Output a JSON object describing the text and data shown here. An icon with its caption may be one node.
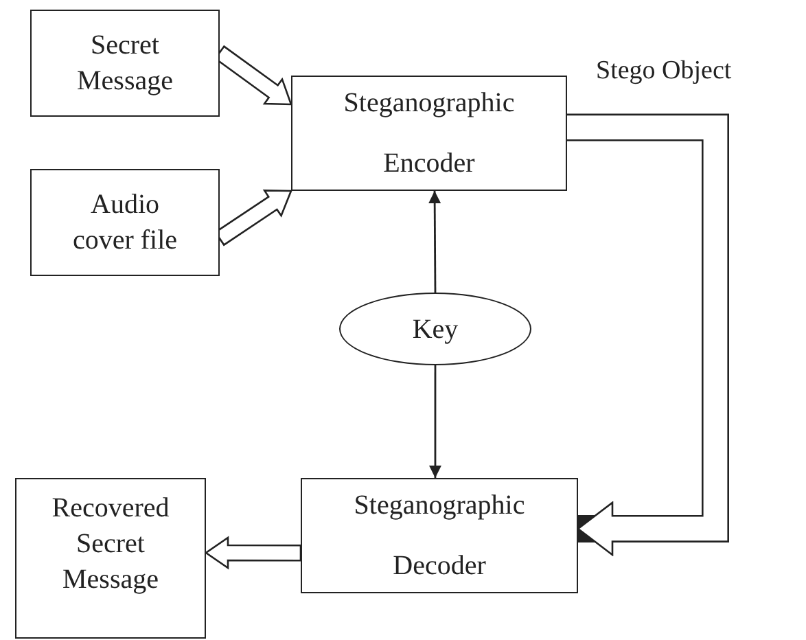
{
  "diagram": {
    "nodes": [
      {
        "text": [
          "Secret Message"
        ]
      },
      {
        "text": [
          "Audio cover file"
        ]
      },
      {
        "text": [
          "Steganographic Encoder"
        ]
      },
      {
        "text": [
          "Key"
        ]
      },
      {
        "text": [
          "Steganographic Decoder"
        ]
      },
      {
        "text": [
          "Recovered Secret Message"
        ]
      }
    ],
    "edges": [
      {
        "from": 0,
        "to": 2,
        "arrow": "to",
        "style": "thick"
      },
      {
        "from": 1,
        "to": 2,
        "arrow": "to",
        "style": "thick"
      },
      {
        "from": 3,
        "to": 2,
        "arrow": "to"
      },
      {
        "from": 3,
        "to": 4,
        "arrow": "to"
      },
      {
        "from": 2,
        "to": 4,
        "arrow": "to",
        "style": "thick",
        "label": "Stego Object"
      },
      {
        "from": 4,
        "to": 5,
        "arrow": "to",
        "style": "thick"
      }
    ]
  }
}
